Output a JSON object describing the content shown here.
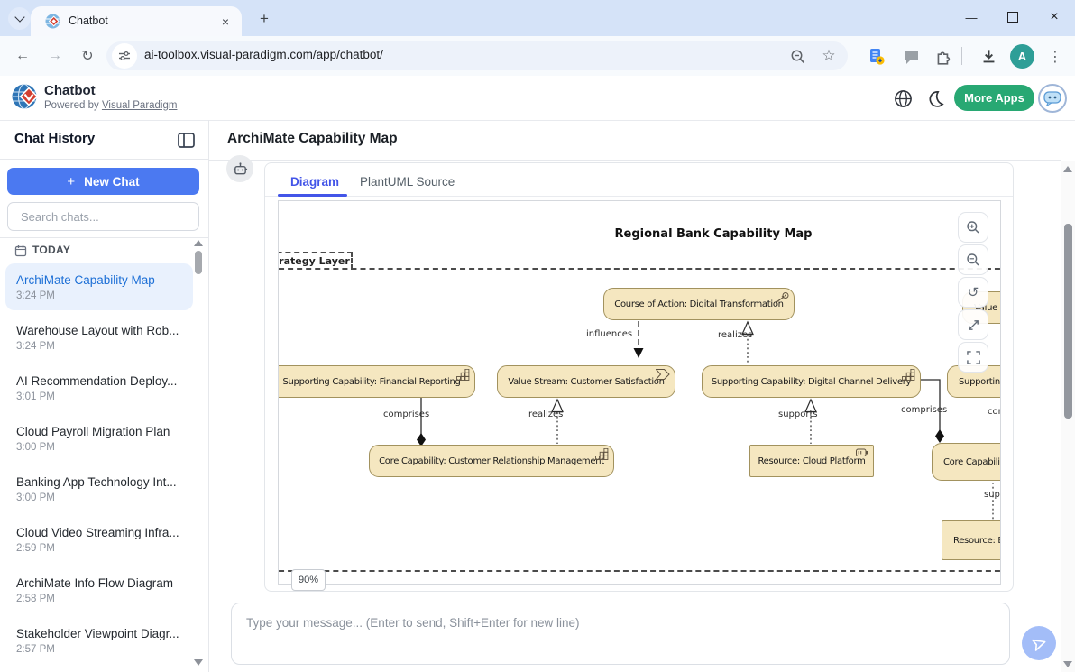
{
  "browser": {
    "tab_title": "Chatbot",
    "url": "ai-toolbox.visual-paradigm.com/app/chatbot/",
    "glyphs": {
      "back": "←",
      "forward": "→",
      "reload": "↻",
      "star": "☆",
      "menu": "⋮",
      "close_tab": "×",
      "new_tab": "+",
      "minimize": "—",
      "close_window": "×",
      "avatar_letter": "A"
    }
  },
  "app_header": {
    "title": "Chatbot",
    "powered_prefix": "Powered by ",
    "powered_link": "Visual Paradigm",
    "more_apps_label": "More Apps"
  },
  "sidebar": {
    "title": "Chat History",
    "new_chat_plus": "+",
    "new_chat_label": "New Chat",
    "search_placeholder": "Search chats...",
    "section_label": "TODAY",
    "items": [
      {
        "title": "ArchiMate Capability Map",
        "time": "3:24 PM"
      },
      {
        "title": "Warehouse Layout with Rob...",
        "time": "3:24 PM"
      },
      {
        "title": "AI Recommendation Deploy...",
        "time": "3:01 PM"
      },
      {
        "title": "Cloud Payroll Migration Plan",
        "time": "3:00 PM"
      },
      {
        "title": "Banking App Technology Int...",
        "time": "3:00 PM"
      },
      {
        "title": "Cloud Video Streaming Infra...",
        "time": "2:59 PM"
      },
      {
        "title": "ArchiMate Info Flow Diagram",
        "time": "2:58 PM"
      },
      {
        "title": "Stakeholder Viewpoint Diagr...",
        "time": "2:57 PM"
      }
    ]
  },
  "main": {
    "page_title": "ArchiMate Capability Map",
    "tabs": [
      {
        "label": "Diagram"
      },
      {
        "label": "PlantUML Source"
      }
    ],
    "zoom_badge": "90%",
    "reset_glyph": "↺"
  },
  "diagram": {
    "title": "Regional Bank Capability Map",
    "boundary_label": "Strategy Layer",
    "nodes": [
      {
        "label": "Course of Action: Digital Transformation"
      },
      {
        "label": "Supporting Capability: Financial Reporting"
      },
      {
        "label": "Value Stream: Customer Satisfaction"
      },
      {
        "label": "Supporting Capability: Digital Channel Delivery"
      },
      {
        "label": "Supporting"
      },
      {
        "label": "Core Capability: Customer Relationship Management"
      },
      {
        "label": "Resource: Cloud Platform"
      },
      {
        "label": "Core Capabilit"
      },
      {
        "label": "Value S"
      },
      {
        "label": "Resource: B"
      }
    ],
    "edge_labels": [
      {
        "label": "influences"
      },
      {
        "label": "realizes"
      },
      {
        "label": "comprises"
      },
      {
        "label": "realizes"
      },
      {
        "label": "supports"
      },
      {
        "label": "comprises"
      },
      {
        "label": "con"
      },
      {
        "label": "supp"
      }
    ]
  },
  "composer": {
    "placeholder": "Type your message... (Enter to send, Shift+Enter for new line)"
  },
  "colors": {
    "accent_blue": "#4b79f1",
    "more_apps_green": "#28a873",
    "tab_active_blue": "#4355e8",
    "node_fill": "#f5e7c0",
    "node_border": "#a2925e",
    "selected_chat_bg": "#e9f1fd"
  }
}
